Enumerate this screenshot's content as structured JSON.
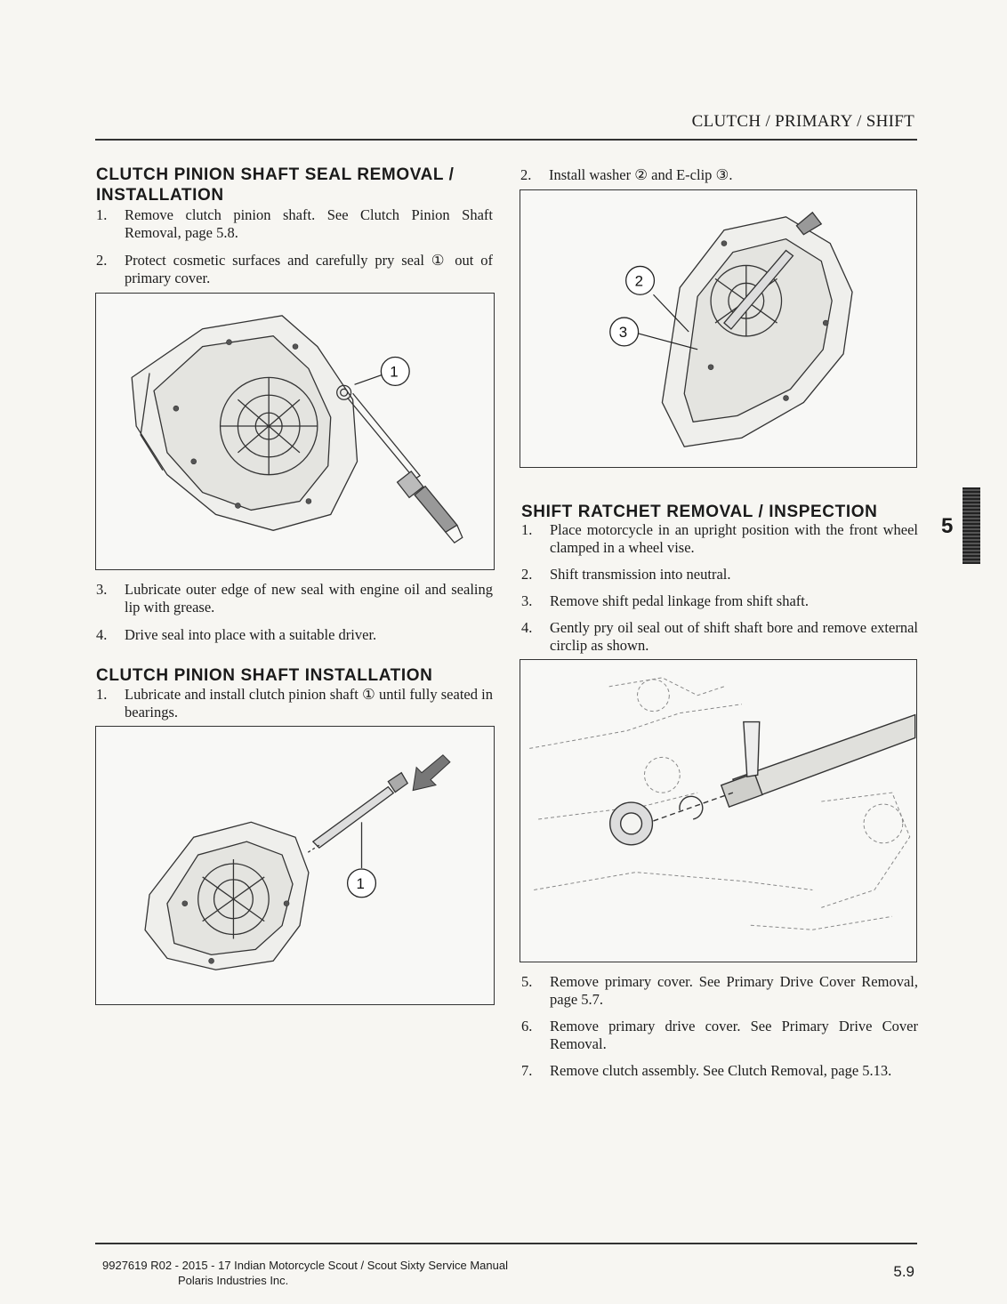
{
  "header": {
    "section_title": "CLUTCH / PRIMARY / SHIFT"
  },
  "left": {
    "seal_heading_line1": "CLUTCH PINION SHAFT SEAL REMOVAL /",
    "seal_heading_line2": "INSTALLATION",
    "seal_steps_a": [
      {
        "num": "1.",
        "text": "Remove clutch pinion shaft. See Clutch Pinion Shaft Removal, page 5.8."
      },
      {
        "num": "2.",
        "text": "Protect cosmetic surfaces and carefully pry seal ① out of primary cover."
      }
    ],
    "fig1_callout": "1",
    "seal_steps_b": [
      {
        "num": "3.",
        "text": "Lubricate outer edge of new seal with engine oil and sealing lip with grease."
      },
      {
        "num": "4.",
        "text": "Drive seal into place with a suitable driver."
      }
    ],
    "install_heading": "CLUTCH PINION SHAFT INSTALLATION",
    "install_steps": [
      {
        "num": "1.",
        "text": "Lubricate and install clutch pinion shaft ① until fully seated in bearings."
      }
    ],
    "fig2_callout": "1"
  },
  "right": {
    "install_steps_b": [
      {
        "num": "2.",
        "text": "Install washer ② and E-clip ③."
      }
    ],
    "fig3_callouts": [
      "2",
      "3"
    ],
    "ratchet_heading": "SHIFT RATCHET REMOVAL / INSPECTION",
    "ratchet_steps_a": [
      {
        "num": "1.",
        "text": "Place motorcycle in an upright position with the front wheel clamped in a wheel vise."
      },
      {
        "num": "2.",
        "text": "Shift transmission into neutral."
      },
      {
        "num": "3.",
        "text": "Remove shift pedal linkage from shift shaft."
      },
      {
        "num": "4.",
        "text": "Gently pry oil seal out of shift shaft bore and remove external circlip as shown."
      }
    ],
    "ratchet_steps_b": [
      {
        "num": "5.",
        "text": "Remove primary cover. See Primary Drive Cover Removal, page 5.7."
      },
      {
        "num": "6.",
        "text": "Remove primary drive cover. See Primary Drive Cover Removal."
      },
      {
        "num": "7.",
        "text": "Remove clutch assembly. See Clutch Removal, page 5.13."
      }
    ]
  },
  "side_tab": {
    "chapter": "5"
  },
  "footer": {
    "manual": "9927619 R02 - 2015 - 17 Indian Motorcycle Scout / Scout Sixty Service Manual",
    "company": "Polaris Industries Inc.",
    "page": "5.9"
  }
}
